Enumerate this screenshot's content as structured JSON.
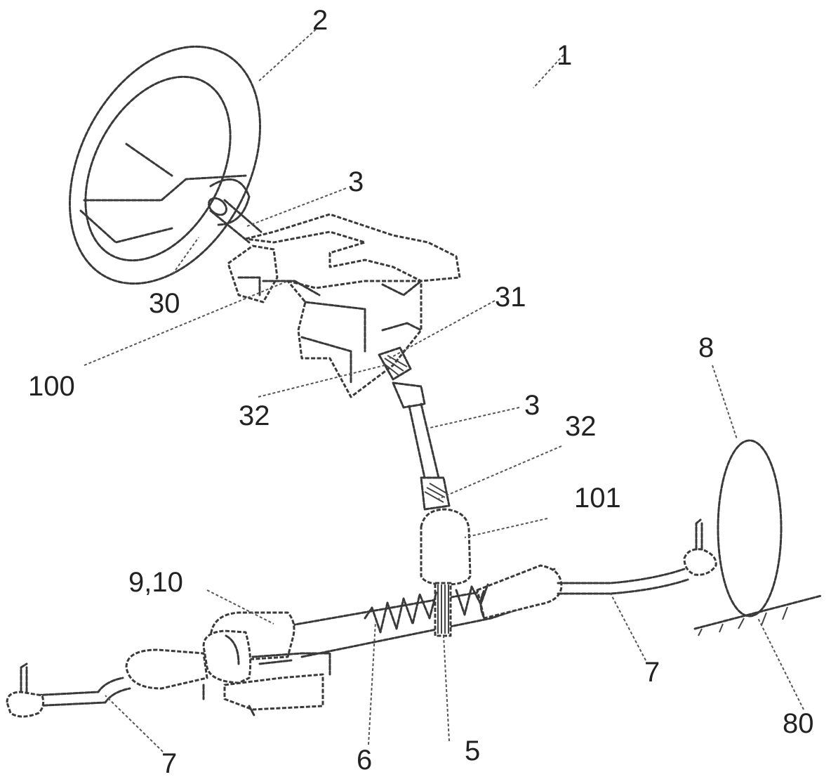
{
  "labels": {
    "l1": "1",
    "l2": "2",
    "l3_top": "3",
    "l30": "30",
    "l100": "100",
    "l31": "31",
    "l32_left": "32",
    "l3_mid": "3",
    "l32_right": "32",
    "l8": "8",
    "l101": "101",
    "l9_10": "9,10",
    "l7_right": "7",
    "l80": "80",
    "l6": "6",
    "l5": "5",
    "l7_left": "7"
  }
}
